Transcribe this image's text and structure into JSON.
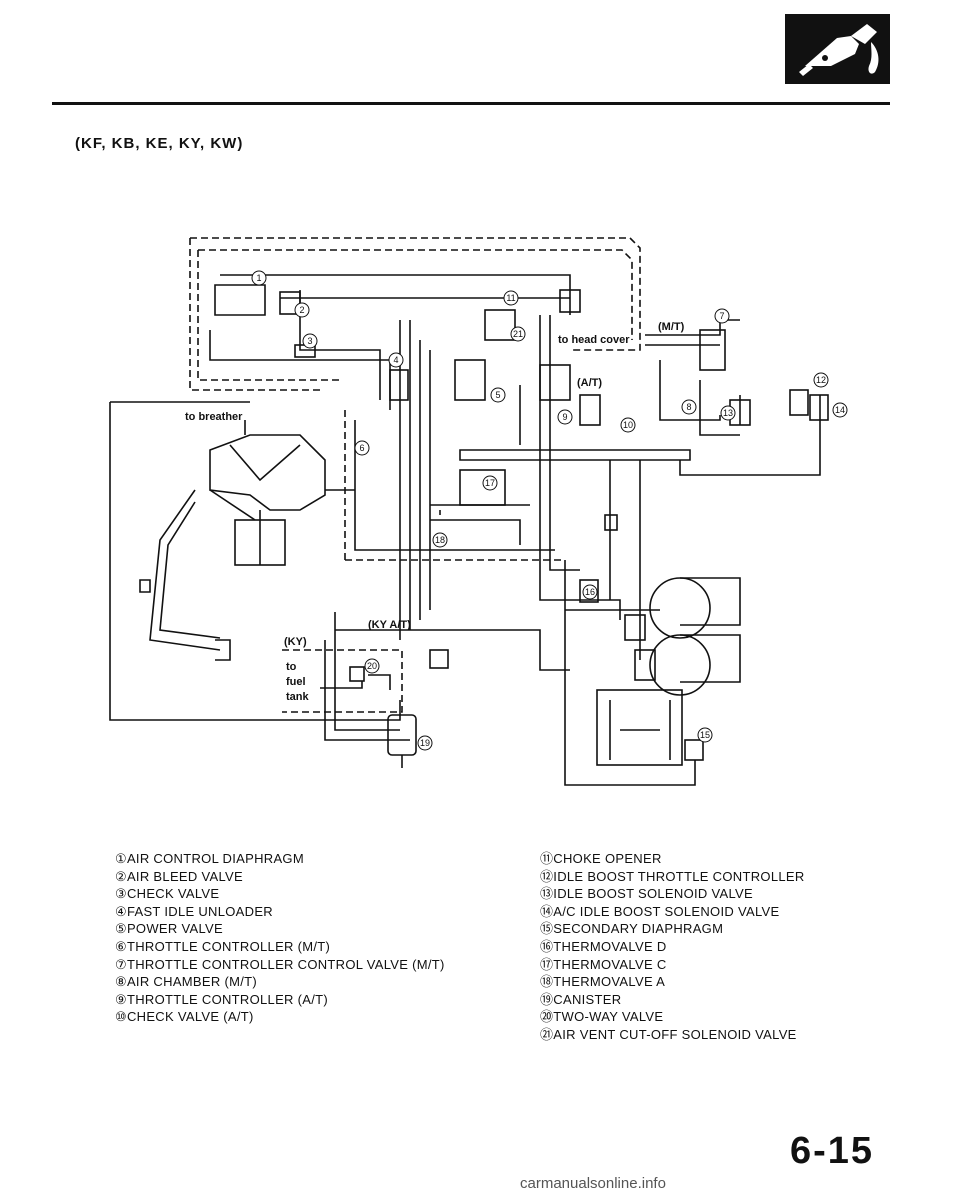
{
  "header": {
    "models": "(KF, KB, KE, KY, KW)"
  },
  "corner_logo": {
    "icon": "fuel-nozzle-icon"
  },
  "diagram": {
    "labels": {
      "to_breather": "to breather",
      "to_head_cover": "to head cover",
      "mt": "(M/T)",
      "at": "(A/T)",
      "ky_at": "(KY  A/T)",
      "ky": "(KY)",
      "to": "to",
      "fuel": "fuel",
      "tank": "tank"
    },
    "callouts": [
      "1",
      "2",
      "3",
      "4",
      "5",
      "6",
      "7",
      "8",
      "9",
      "10",
      "11",
      "12",
      "13",
      "14",
      "15",
      "16",
      "17",
      "18",
      "19",
      "20",
      "21"
    ]
  },
  "legend": {
    "left": [
      "①AIR CONTROL DIAPHRAGM",
      "②AIR BLEED VALVE",
      "③CHECK VALVE",
      "④FAST IDLE UNLOADER",
      "⑤POWER VALVE",
      "⑥THROTTLE CONTROLLER (M/T)",
      "⑦THROTTLE CONTROLLER CONTROL VALVE (M/T)",
      "⑧AIR CHAMBER (M/T)",
      "⑨THROTTLE CONTROLLER (A/T)",
      "⑩CHECK VALVE (A/T)"
    ],
    "right": [
      "⑪CHOKE OPENER",
      "⑫IDLE BOOST THROTTLE CONTROLLER",
      "⑬IDLE BOOST SOLENOID VALVE",
      "⑭A/C IDLE BOOST SOLENOID VALVE",
      "⑮SECONDARY DIAPHRAGM",
      "⑯THERMOVALVE D",
      "⑰THERMOVALVE C",
      "⑱THERMOVALVE A",
      "⑲CANISTER",
      "⑳TWO-WAY VALVE",
      "㉑AIR VENT CUT-OFF SOLENOID VALVE"
    ]
  },
  "footer": {
    "page_number": "6-15",
    "watermark": "carmanualsonline.info"
  }
}
